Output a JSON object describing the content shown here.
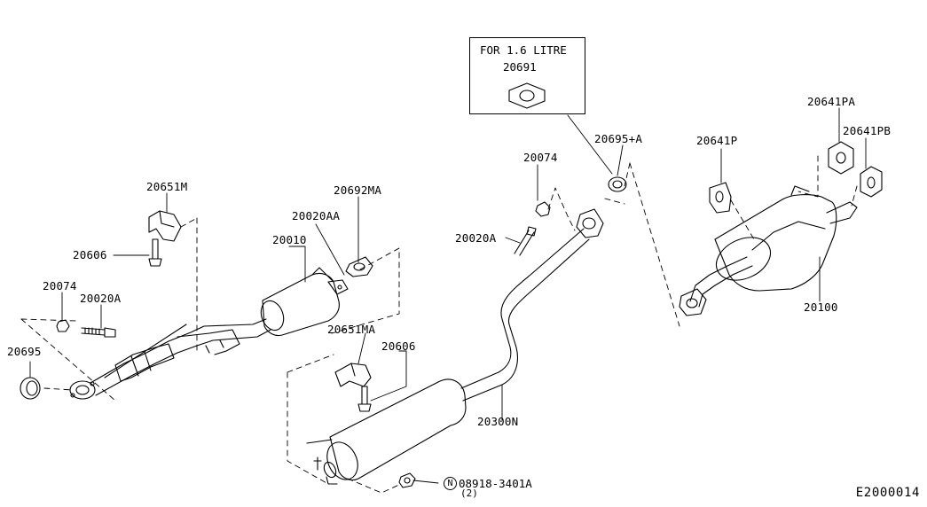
{
  "inset": {
    "title": "FOR 1.6 LITRE",
    "part": "20691"
  },
  "labels": {
    "p20651M": "20651M",
    "p20606_left": "20606",
    "p20074_left": "20074",
    "p20020A_left": "20020A",
    "p20695": "20695",
    "p20010": "20010",
    "p20020AA": "20020AA",
    "p20692MA": "20692MA",
    "p20651MA": "20651MA",
    "p20606_center": "20606",
    "p20300N": "20300N",
    "p20074_center": "20074",
    "p20020A_center": "20020A",
    "p20695_A": "20695+A",
    "p20641P": "20641P",
    "p20641PA": "20641PA",
    "p20641PB": "20641PB",
    "p20100": "20100"
  },
  "nut_note": {
    "symbol": "N",
    "part": "08918-3401A",
    "qty": "(2)"
  },
  "figure_code": "E2000014"
}
